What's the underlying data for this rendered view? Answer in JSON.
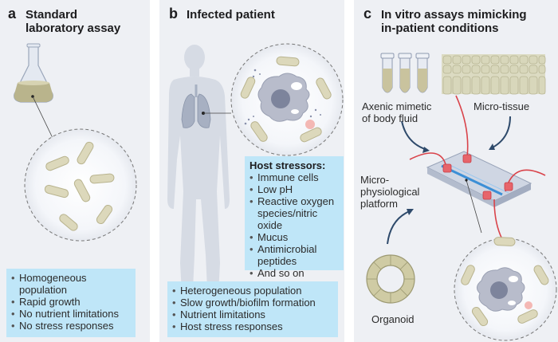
{
  "panels": {
    "a": {
      "letter": "a",
      "title_line1": "Standard",
      "title_line2": "laboratory assay",
      "bullets": [
        "Homogeneous population",
        "Rapid growth",
        "No nutrient limitations",
        "No stress responses"
      ]
    },
    "b": {
      "letter": "b",
      "title": "Infected patient",
      "stressors_header": "Host stressors:",
      "stressors": [
        "Immune cells",
        "Low pH",
        "Reactive oxygen species/nitric oxide",
        "Mucus",
        "Antimicrobial peptides",
        "And so on"
      ],
      "bullets": [
        "Heterogeneous population",
        "Slow growth/biofilm formation",
        "Nutrient limitations",
        "Host stress responses"
      ]
    },
    "c": {
      "letter": "c",
      "title_line1": "In vitro assays mimicking",
      "title_line2": "in-patient conditions",
      "labels": {
        "axenic": "Axenic mimetic of body fluid",
        "microtissue": "Micro-tissue",
        "platform": "Micro-physiological platform",
        "organoid": "Organoid"
      }
    }
  },
  "colors": {
    "panel_bg": "#eef0f4",
    "box_bg": "#bfe6f8",
    "bacteria": "#dcd8bb",
    "silhouette": "#d6dbe4",
    "macrophage": "#b8bccb",
    "tubing": "#d9434a",
    "arrow": "#2e4a6b"
  }
}
